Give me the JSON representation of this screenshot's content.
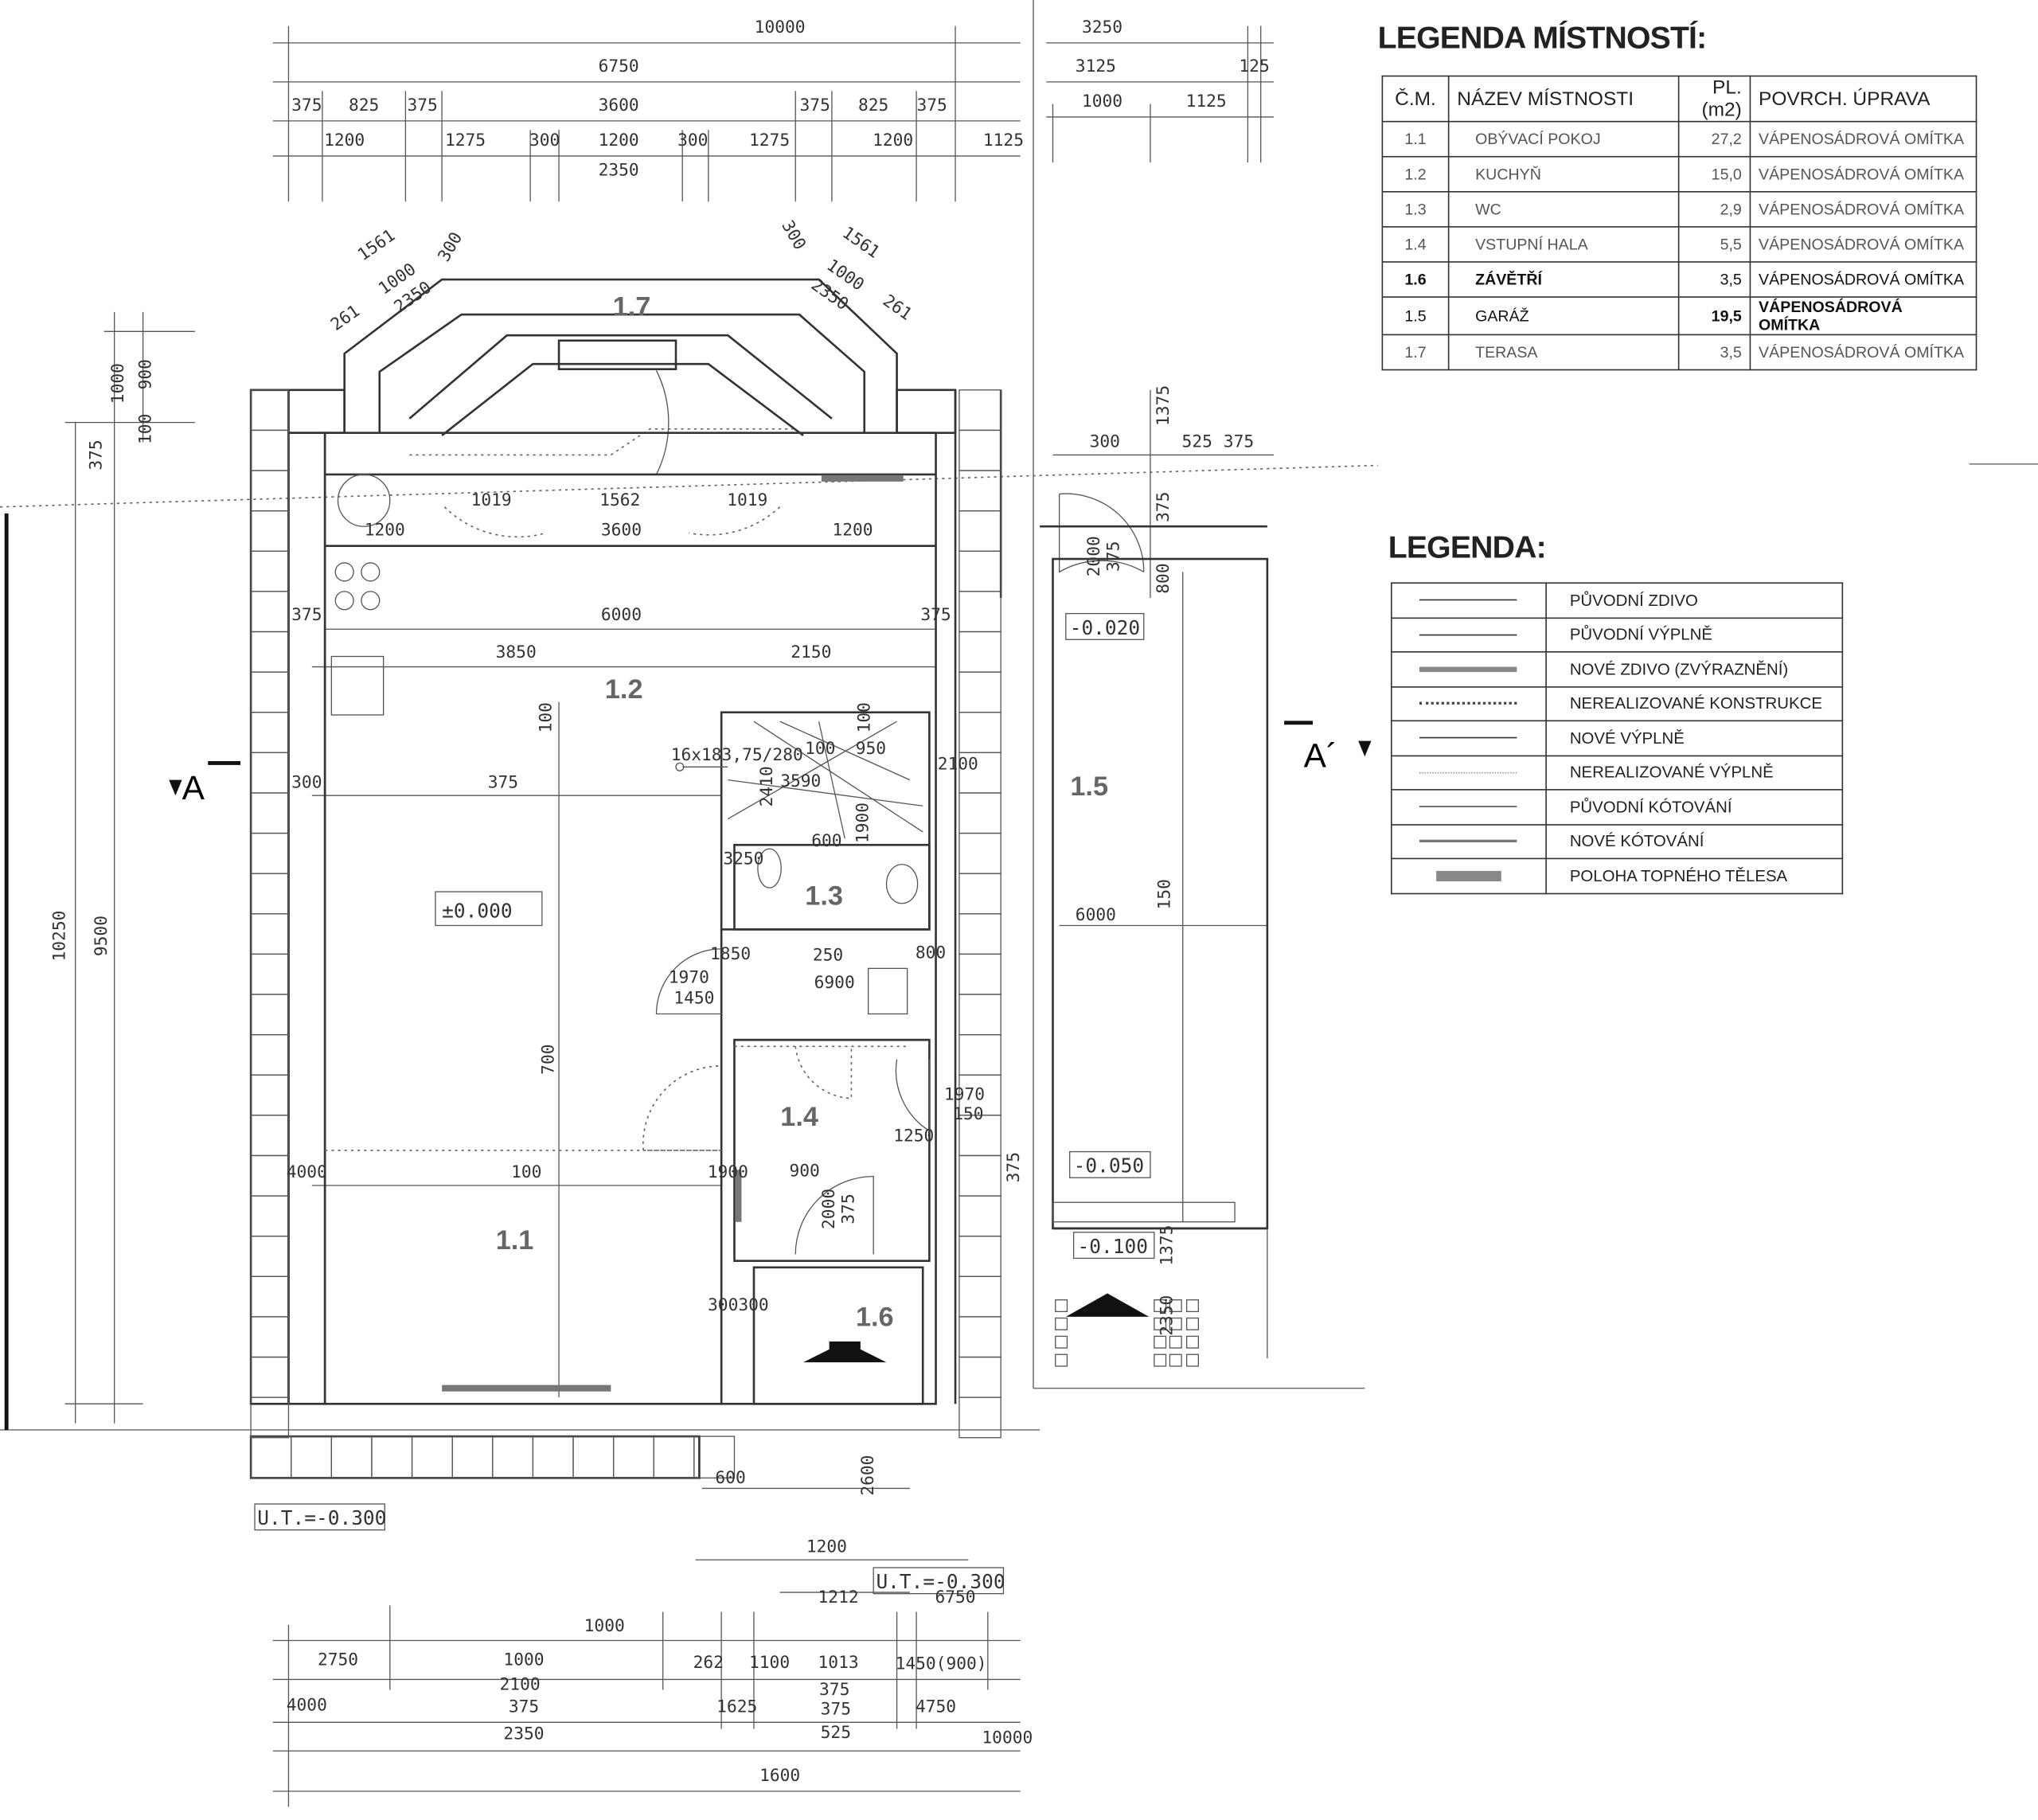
{
  "rooms_plan": {
    "r11": "1.1",
    "r12": "1.2",
    "r13": "1.3",
    "r14": "1.4",
    "r15": "1.5",
    "r16": "1.6",
    "r17": "1.7"
  },
  "levels": [
    "±0.000",
    "-0.020",
    "-0.050",
    "-0.100",
    "U.T.=-0.300",
    "U.T.=-0.300"
  ],
  "section": {
    "left": "A",
    "right": "A´"
  },
  "dims": [
    "10000",
    "6750",
    "375",
    "825",
    "375",
    "3600",
    "375",
    "825",
    "375",
    "1200",
    "1275",
    "300",
    "1200",
    "300",
    "1275",
    "1200",
    "1125",
    "2350",
    "3250",
    "3125",
    "125",
    "1000",
    "1125",
    "1561",
    "300",
    "1000",
    "2350",
    "261",
    "300",
    "1561",
    "1000",
    "2350",
    "261",
    "1000",
    "900",
    "100",
    "375",
    "10250",
    "9500",
    "1019",
    "1562",
    "1019",
    "1200",
    "3600",
    "1200",
    "375",
    "6000",
    "375",
    "3850",
    "2150",
    "100",
    "100",
    "16x183,75/280",
    "100",
    "950",
    "2410",
    "3590",
    "375",
    "300",
    "2100",
    "1900",
    "600",
    "3250",
    "6000",
    "150",
    "1850",
    "250",
    "800",
    "1970",
    "1450",
    "6900",
    "700",
    "1970",
    "150",
    "1250",
    "375",
    "4000",
    "100",
    "1900",
    "900",
    "2000",
    "375",
    "300300",
    "600",
    "2600",
    "1200",
    "1212",
    "6750",
    "1000",
    "2750",
    "1000",
    "262",
    "1100",
    "1013",
    "1450(900)",
    "2100",
    "375",
    "4000",
    "375",
    "1625",
    "375",
    "4750",
    "2350",
    "525",
    "10000",
    "1600",
    "300",
    "525",
    "375",
    "1375",
    "375",
    "800",
    "2000",
    "375",
    "1375",
    "2350"
  ],
  "room_legend": {
    "title": "LEGENDA MÍSTNOSTÍ:",
    "headers": [
      "Č.M.",
      "NÁZEV MÍSTNOSTI",
      "PL.(m2)",
      "POVRCH. ÚPRAVA"
    ],
    "rows": [
      [
        "1.1",
        "OBÝVACÍ POKOJ",
        "27,2",
        "VÁPENOSÁDROVÁ OMÍTKA"
      ],
      [
        "1.2",
        "KUCHYŇ",
        "15,0",
        "VÁPENOSÁDROVÁ OMÍTKA"
      ],
      [
        "1.3",
        "WC",
        "2,9",
        "VÁPENOSÁDROVÁ OMÍTKA"
      ],
      [
        "1.4",
        "VSTUPNÍ HALA",
        "5,5",
        "VÁPENOSÁDROVÁ OMÍTKA"
      ],
      [
        "1.6",
        "ZÁVĚTŘÍ",
        "3,5",
        "VÁPENOSÁDROVÁ OMÍTKA"
      ],
      [
        "1.5",
        "GARÁŽ",
        "19,5",
        "VÁPENOSÁDROVÁ OMÍTKA"
      ],
      [
        "1.7",
        "TERASA",
        "3,5",
        "VÁPENOSÁDROVÁ OMÍTKA"
      ]
    ]
  },
  "legend": {
    "title": "LEGENDA:",
    "items": [
      "PŮVODNÍ ZDIVO",
      "PŮVODNÍ VÝPLNĚ",
      "NOVÉ ZDIVO (ZVÝRAZNĚNÍ)",
      "NEREALIZOVANÉ KONSTRUKCE",
      "NOVÉ VÝPLNĚ",
      "NEREALIZOVANÉ VÝPLNĚ",
      "PŮVODNÍ KÓTOVÁNÍ",
      "NOVÉ KÓTOVÁNÍ",
      "POLOHA TOPNÉHO TĚLESA"
    ]
  },
  "colors": {
    "line": "#333333",
    "new_wall": "#888888",
    "radiator": "#777777"
  }
}
